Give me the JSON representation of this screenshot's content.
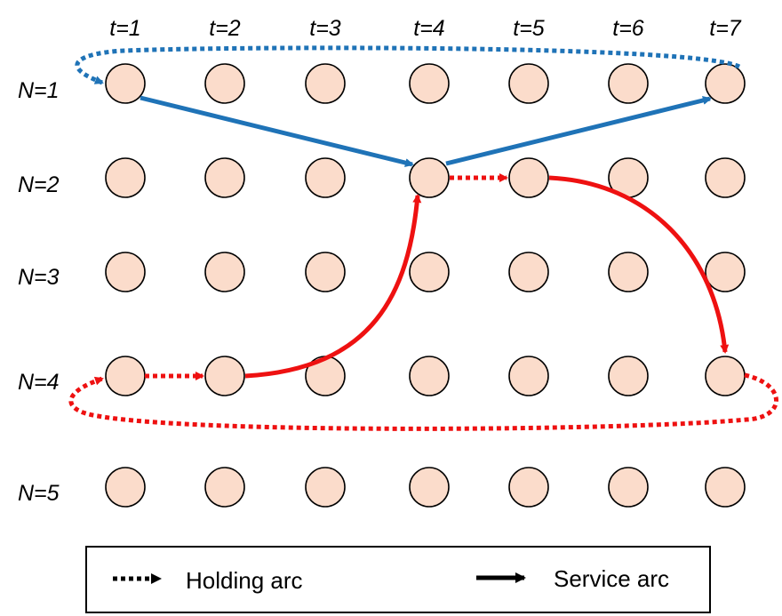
{
  "diagram": {
    "time_labels": [
      "t=1",
      "t=2",
      "t=3",
      "t=4",
      "t=5",
      "t=6",
      "t=7"
    ],
    "node_labels": [
      "N=1",
      "N=2",
      "N=3",
      "N=4",
      "N=5"
    ],
    "colors": {
      "node_fill": "#fbdccb",
      "node_stroke": "#000000",
      "blue_route": "#1f73b7",
      "red_route": "#ee1111",
      "legend_arc": "#000000"
    },
    "routes": [
      {
        "color": "blue",
        "arcs": [
          {
            "type": "service",
            "from": {
              "t": 1,
              "n": 1
            },
            "to": {
              "t": 4,
              "n": 2
            }
          },
          {
            "type": "service",
            "from": {
              "t": 4,
              "n": 2
            },
            "to": {
              "t": 7,
              "n": 1
            }
          },
          {
            "type": "holding",
            "from": {
              "t": 7,
              "n": 1
            },
            "to": {
              "t": 1,
              "n": 1
            }
          }
        ]
      },
      {
        "color": "red",
        "arcs": [
          {
            "type": "holding",
            "from": {
              "t": 1,
              "n": 4
            },
            "to": {
              "t": 2,
              "n": 4
            }
          },
          {
            "type": "service",
            "from": {
              "t": 2,
              "n": 4
            },
            "to": {
              "t": 4,
              "n": 2
            }
          },
          {
            "type": "holding",
            "from": {
              "t": 4,
              "n": 2
            },
            "to": {
              "t": 5,
              "n": 2
            }
          },
          {
            "type": "service",
            "from": {
              "t": 5,
              "n": 2
            },
            "to": {
              "t": 7,
              "n": 4
            }
          },
          {
            "type": "holding",
            "from": {
              "t": 7,
              "n": 4
            },
            "to": {
              "t": 1,
              "n": 4
            }
          }
        ]
      }
    ]
  },
  "legend": {
    "holding_label": "Holding arc",
    "service_label": "Service arc"
  }
}
